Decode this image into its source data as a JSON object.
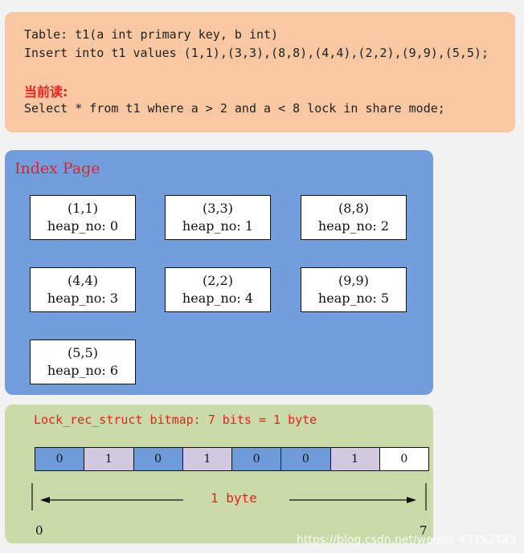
{
  "sql": {
    "line1": "Table: t1(a int primary key, b int)",
    "line2": "Insert into t1 values (1,1),(3,3),(8,8),(4,4),(2,2),(9,9),(5,5);",
    "heading": "当前读:",
    "line3": "Select * from t1 where a > 2 and a < 8 lock in share mode;"
  },
  "index_page": {
    "title": "Index Page",
    "records": [
      {
        "key": "(1,1)",
        "heap": "heap_no: 0"
      },
      {
        "key": "(3,3)",
        "heap": "heap_no: 1"
      },
      {
        "key": "(8,8)",
        "heap": "heap_no: 2"
      },
      {
        "key": "(4,4)",
        "heap": "heap_no: 3"
      },
      {
        "key": "(2,2)",
        "heap": "heap_no: 4"
      },
      {
        "key": "(9,9)",
        "heap": "heap_no: 5"
      },
      {
        "key": "(5,5)",
        "heap": "heap_no: 6"
      }
    ]
  },
  "bitmap": {
    "title": "Lock_rec_struct bitmap: 7 bits = 1 byte",
    "bits": [
      "0",
      "1",
      "0",
      "1",
      "0",
      "0",
      "1",
      "0"
    ],
    "bit_colors": [
      "#6d9bd8",
      "#d2c9e0",
      "#6d9bd8",
      "#d2c9e0",
      "#6d9bd8",
      "#6d9bd8",
      "#d2c9e0",
      "#ffffff"
    ],
    "span_label": "1 byte",
    "start_label": "0",
    "end_label": "7"
  },
  "colors": {
    "sql_bg": "#f7c8a1",
    "index_bg": "#729fdc",
    "bitmap_bg": "#cadaa9",
    "accent_red": "#e8211f"
  },
  "watermark": "https://blog.csdn.net/weixin_43392489"
}
